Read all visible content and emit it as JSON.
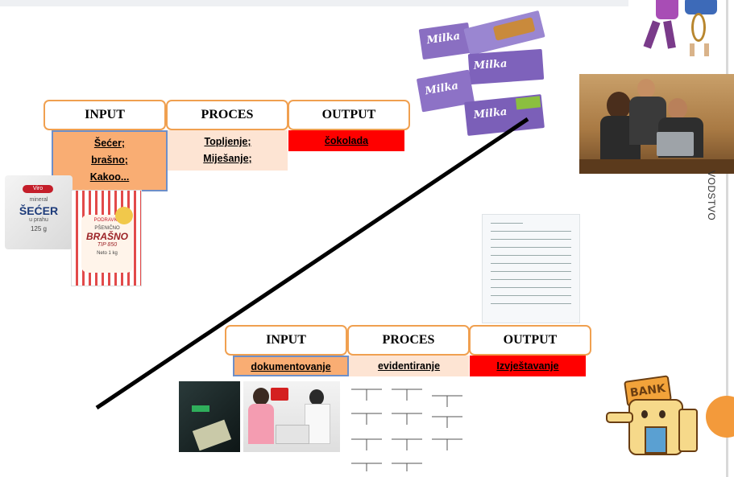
{
  "side_vertical_text": "VODSTVO",
  "diagram_top": {
    "input_header": "INPUT",
    "proces_header": "PROCES",
    "output_header": "OUTPUT",
    "input_items": [
      "Šećer;",
      "brašno;",
      "Kakoo..."
    ],
    "proces_items": [
      "Topljenje;",
      "Miješanje;"
    ],
    "output_items": [
      "čokolada"
    ]
  },
  "diagram_bottom": {
    "input_header": "INPUT",
    "proces_header": "PROCES",
    "output_header": "OUTPUT",
    "input_items": [
      "dokumentovanje"
    ],
    "proces_items": [
      "evidentiranje"
    ],
    "output_items": [
      "Izvještavanje"
    ]
  },
  "sugar_pack": {
    "brand": "Viro",
    "line1": "mineral",
    "title": "ŠEĆER",
    "sub": "u prahu",
    "weight": "125 g"
  },
  "flour_pack": {
    "brand": "PODRAVKA",
    "line1": "PŠENIČNO",
    "title": "BRAŠNO",
    "type": "TIP 850",
    "weight": "Neto 1 kg"
  },
  "chocolate_brand": "Milka",
  "bank_sign": "BANK",
  "colors": {
    "header_border": "#f0a050",
    "input_fill": "#f9ad73",
    "input_border": "#6d8fc9",
    "proces_fill": "#fde4d3",
    "output_fill": "#ff0000",
    "line": "#000000"
  }
}
